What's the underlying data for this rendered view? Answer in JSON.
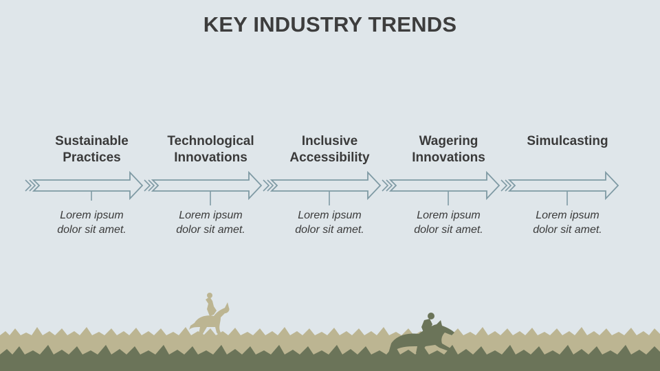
{
  "slide": {
    "title": "KEY INDUSTRY TRENDS",
    "steps": [
      {
        "heading": "Sustainable\nPractices",
        "description": "Lorem ipsum\ndolor sit amet."
      },
      {
        "heading": "Technological\nInnovations",
        "description": "Lorem ipsum\ndolor sit amet."
      },
      {
        "heading": "Inclusive\nAccessibility",
        "description": "Lorem ipsum\ndolor sit amet."
      },
      {
        "heading": "Wagering\nInnovations",
        "description": "Lorem ipsum\ndolor sit amet."
      },
      {
        "heading": "Simulcasting",
        "description": "Lorem ipsum\ndolor sit amet."
      }
    ]
  },
  "colors": {
    "background": "#dfe6ea",
    "title": "#3d3d3d",
    "arrow_outline": "#7f9aa4",
    "grass_light": "#bcb592",
    "grass_dark": "#6b7459",
    "horse_light": "#bcb592",
    "horse_dark": "#6b7459"
  }
}
